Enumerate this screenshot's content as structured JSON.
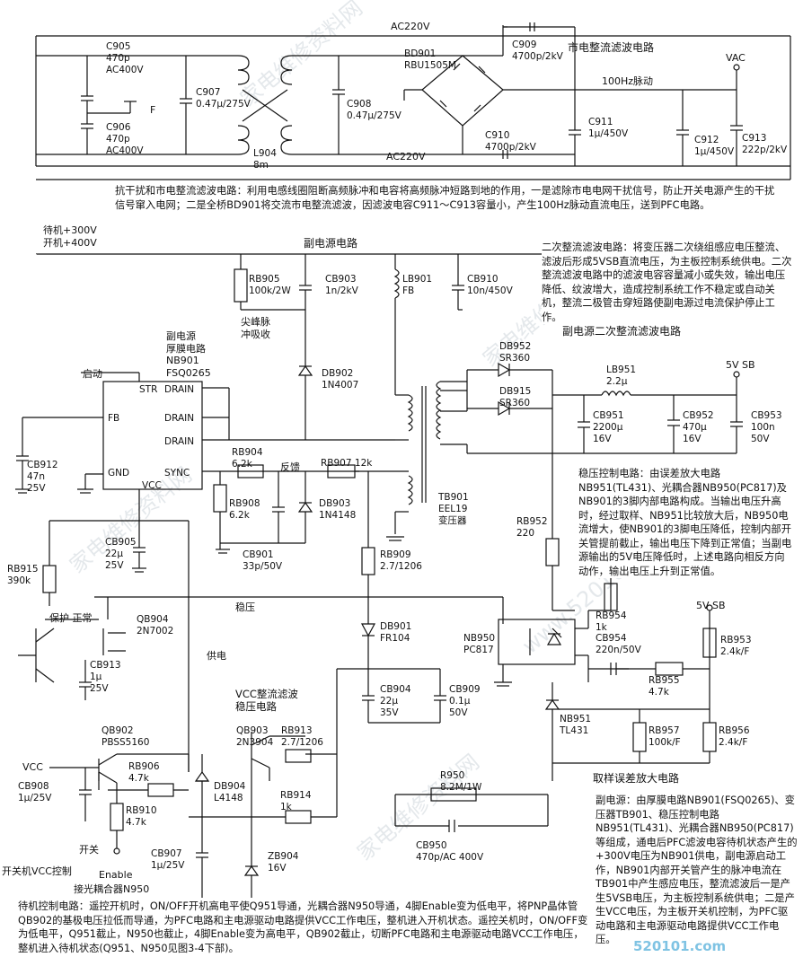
{
  "sections": {
    "mains_filter": "市电整流滤波电路",
    "standby_supply": "副电源电路",
    "standby_secondary": "副电源二次整流滤波电路",
    "vcc_filter": "VCC整流滤波\n稳压电路",
    "sampling": "取样误差放大电路",
    "standby_module": "副电源\n厚膜电路",
    "spike": "尖峰脉\n冲吸收",
    "switch_vcc": "开关机VCC控制",
    "enable_opto": "接光耦合器N950",
    "enable": "Enable"
  },
  "labels": {
    "ac_top": "AC220V",
    "ac_bottom": "AC220V",
    "vac": "VAC",
    "ripple": "100Hz脉动",
    "standby_300": "待机+300V",
    "on_400": "开机+400V",
    "start": "启动",
    "feedback": "反馈",
    "regulate": "稳压",
    "power_supply": "供电",
    "protect": "保护",
    "normal": "正常",
    "sb5v_1": "5V SB",
    "sb5v_2": "5V SB",
    "vcc": "VCC",
    "switch_key": "开关",
    "f": "F"
  },
  "components": {
    "C905": [
      "C905",
      "470p",
      "AC400V"
    ],
    "C906": [
      "C906",
      "470p",
      "AC400V"
    ],
    "C907a": [
      "C907",
      "0.47μ/275V"
    ],
    "C908a": [
      "C908",
      "0.47μ/275V"
    ],
    "L904": [
      "L904",
      "8m"
    ],
    "BD901": [
      "BD901",
      "RBU1505M"
    ],
    "C909": [
      "C909",
      "4700p/2kV"
    ],
    "C910": [
      "C910",
      "4700p/2kV"
    ],
    "C911": [
      "C911",
      "1μ/450V"
    ],
    "C912": [
      "C912",
      "1μ/450V"
    ],
    "C913": [
      "C913",
      "222p/2kV"
    ],
    "RB905": [
      "RB905",
      "100k/2W"
    ],
    "CB903": [
      "CB903",
      "1n/2kV"
    ],
    "LB901": [
      "LB901",
      "FB"
    ],
    "CB910": [
      "CB910",
      "10n/450V"
    ],
    "NB901": [
      "NB901",
      "FSQ0265"
    ],
    "DB902": [
      "DB902",
      "1N4007"
    ],
    "DB952": [
      "DB952",
      "SR360"
    ],
    "DB915": [
      "DB915",
      "SR360"
    ],
    "LB951": [
      "LB951",
      "2.2μ"
    ],
    "CB951": [
      "CB951",
      "2200μ",
      "16V"
    ],
    "CB952": [
      "CB952",
      "470μ",
      "16V"
    ],
    "CB953": [
      "CB953",
      "100n",
      "50V"
    ],
    "CB912": [
      "CB912",
      "47n",
      "25V"
    ],
    "RB904": [
      "RB904",
      "6.2k"
    ],
    "RB907": [
      "RB907",
      "12k"
    ],
    "RB908": [
      "RB908",
      "6.2k"
    ],
    "DB903": [
      "DB903",
      "1N4148"
    ],
    "CB901": [
      "CB901",
      "33p/50V"
    ],
    "TB901": [
      "TB901",
      "EEL19",
      "变压器"
    ],
    "CB905": [
      "CB905",
      "22μ",
      "25V"
    ],
    "RB909": [
      "RB909",
      "2.7/1206"
    ],
    "RB952": [
      "RB952",
      "220"
    ],
    "RB915": [
      "RB915",
      "390k"
    ],
    "QB904": [
      "QB904",
      "2N7002"
    ],
    "CB913": [
      "CB913",
      "1μ",
      "25V"
    ],
    "DB901": [
      "DB901",
      "FR104"
    ],
    "RB954": [
      "RB954",
      "1k"
    ],
    "NB950": [
      "NB950",
      "PC817"
    ],
    "CB954": [
      "CB954",
      "220n/50V"
    ],
    "RB953": [
      "RB953",
      "2.4k/F"
    ],
    "RB955": [
      "RB955",
      "4.7k"
    ],
    "CB904": [
      "CB904",
      "22μ",
      "35V"
    ],
    "CB909": [
      "CB909",
      "0.1μ",
      "50V"
    ],
    "NB951": [
      "NB951",
      "TL431"
    ],
    "RB957": [
      "RB957",
      "100k/F"
    ],
    "RB956": [
      "RB956",
      "2.4k/F"
    ],
    "QB902": [
      "QB902",
      "PBSS5160"
    ],
    "QB903": [
      "QB903",
      "2N3904"
    ],
    "RB913": [
      "RB913",
      "2.7/1206"
    ],
    "RB906": [
      "RB906",
      "4.7k"
    ],
    "RB910": [
      "RB910",
      "4.7k"
    ],
    "CB908": [
      "CB908",
      "1μ/25V"
    ],
    "DB904": [
      "DB904",
      "L4148"
    ],
    "RB914": [
      "RB914",
      "1k"
    ],
    "ZB904": [
      "ZB904",
      "16V"
    ],
    "CB907b": [
      "CB907",
      "1μ/25V"
    ],
    "R950": [
      "R950",
      "8.2M/1W"
    ],
    "CB950": [
      "CB950",
      "470p/AC 400V"
    ]
  },
  "ic_pins": {
    "str": "STR",
    "drain": "DRAIN",
    "fb": "FB",
    "gnd": "GND",
    "sync": "SYNC",
    "vcc": "VCC"
  },
  "descriptions": {
    "filter": "抗干扰和市电整流滤波电路：利用电感线圈阻断高频脉冲和电容将高频脉冲短路到地的作用，一是滤除市电电网干扰信号，防止开关电源产生的干扰信号窜入电网；二是全桥BD901将交流市电整流滤波，因滤波电容C911～C913容量小，产生100Hz脉动直流电压，送到PFC电路。",
    "secondary": "二次整流滤波电路：将变压器二次绕组感应电压整流、滤波后形成5VSB直流电压，为主板控制系统供电。二次整流滤波电路中的滤波电容容量减小或失效，输出电压降低、纹波增大，造成控制系统工作不稳定或自动关机，整流二极管击穿短路使副电源过电流保护停止工作。",
    "regulation": "稳压控制电路：由误差放大电路NB951(TL431)、光耦合器NB950(PC817)及NB901的3脚内部电路构成。当输出电压升高时，经过取样、NB951比较放大后，NB950电流增大，使NB901的3脚电压降低，控制内部开关管提前截止，输出电压下降到正常值；当副电源输出的5V电压降低时，上述电路向相反方向动作，输出电压上升到正常值。",
    "standby": "副电源：由厚膜电路NB901(FSQ0265)、变压器TB901、稳压控制电路NB951(TL431)、光耦合器NB950(PC817)等组成，通电后PFC滤波电容待机状态产生的+300V电压为NB901供电，副电源启动工作，NB901内部开关管产生的脉冲电流在TB901中产生感应电压，整流滤波后一是产生5VSB电压，为主板控制系统供电；二是产生VCC电压，为主板开关机控制，为PFC驱动电路和主电源驱动电路提供VCC工作电压。",
    "standby_ctrl": "待机控制电路：遥控开机时，ON/OFF开机高电平使Q951导通，光耦合器N950导通，4脚Enable变为低电平，将PNP晶体管QB902的基极电压拉低而导通，为PFC电路和主电源驱动电路提供VCC工作电压，整机进入开机状态。遥控关机时，ON/OFF变为低电平，Q951截止，N950也截止，4脚Enable变为高电平，QB902截止，切断PFC电路和主电源驱动电路VCC工作电压，整机进入待机状态(Q951、N950见图3-4下部)。"
  },
  "watermarks": [
    "家电维修资料网",
    "www.520101.com"
  ],
  "logo": "520101.com"
}
